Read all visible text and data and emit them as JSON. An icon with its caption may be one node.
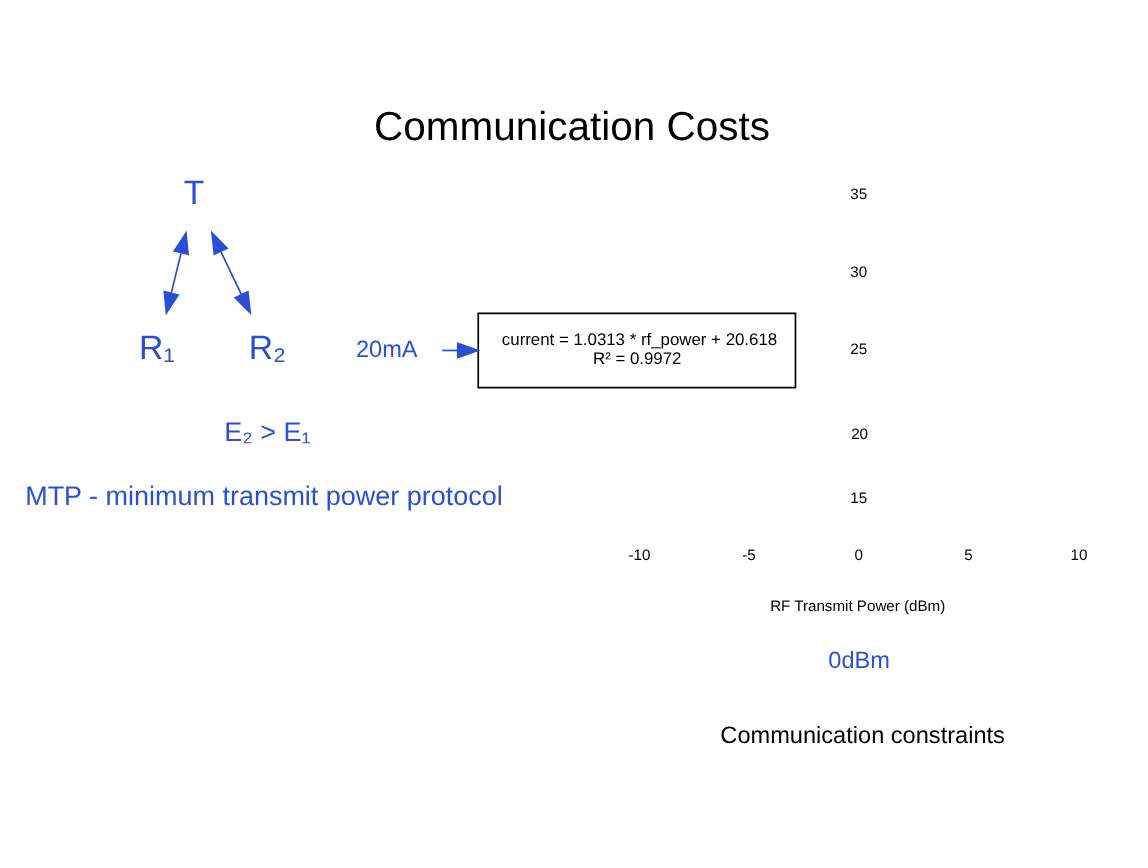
{
  "diagram": {
    "title": "Communication Costs",
    "caption": "Communication constraints",
    "nodes": [
      {
        "text": [
          "T"
        ]
      },
      {
        "text": [
          "R₁"
        ]
      },
      {
        "text": [
          "R₂"
        ]
      },
      {
        "text": [
          "20mA"
        ]
      },
      {
        "text": [
          "current = 1.0313 * rf_power + 20.618",
          "R² = 0.9972"
        ]
      }
    ],
    "edges": [
      {
        "from": 0,
        "to": 1,
        "arrow": "both"
      },
      {
        "from": 0,
        "to": 2,
        "arrow": "both"
      },
      {
        "from": 3,
        "to": 4,
        "arrow": "to"
      }
    ],
    "labels": [
      "E₂ > E₁",
      "MTP - minimum transmit power protocol",
      "35",
      "30",
      "25",
      "20",
      "15",
      "-10",
      "-5",
      "0",
      "5",
      "10",
      "RF Transmit Power (dBm)",
      "0dBm"
    ]
  }
}
